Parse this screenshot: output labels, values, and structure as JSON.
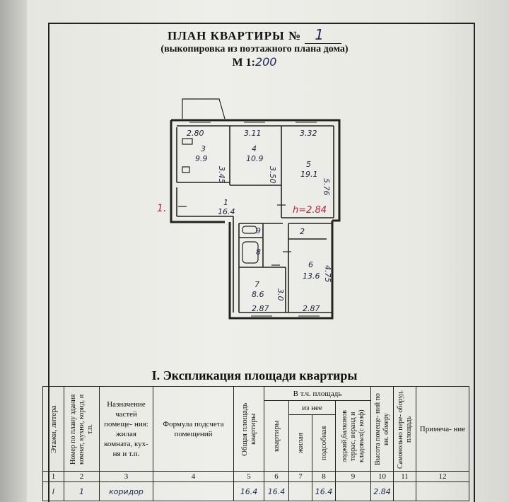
{
  "header": {
    "title": "ПЛАН КВАРТИРЫ №",
    "apt_no": "1",
    "subtitle": "(выкопировка из поэтажного плана дома)",
    "scale_label": "М 1:",
    "scale_value": "200"
  },
  "plan": {
    "rooms": [
      {
        "id": "3",
        "area": "9.9",
        "width": "2.80",
        "length": "3.45"
      },
      {
        "id": "4",
        "area": "10.9",
        "width": "3.11",
        "length": "3.50"
      },
      {
        "id": "5",
        "area": "19.1",
        "width": "3.32",
        "length": "5.76"
      },
      {
        "id": "1",
        "area": "16.4"
      },
      {
        "id": "9"
      },
      {
        "id": "8"
      },
      {
        "id": "2"
      },
      {
        "id": "7",
        "area": "8.6",
        "width": "2.87",
        "length": "3.0"
      },
      {
        "id": "6",
        "area": "13.6",
        "width": "2.87",
        "length": "4.75"
      }
    ],
    "height_note": "h=2.84",
    "margin_mark": "1."
  },
  "explication": {
    "title": "I. Экспликация площади квартиры",
    "headers": {
      "floor": "Этажи, литера",
      "number": "Номер по плану здания комнат, кухни, корид. и т.п.",
      "purpose": "Назначение частей помеще- ния: жилая комната, кух- ня и т.п.",
      "formula": "Формула подсчета помещений",
      "total": "Общая площадь квартиры",
      "incl": "В т.ч. площадь",
      "flat": "квартиры",
      "of_which": "из нее",
      "living": "жилая",
      "aux": "подсобная",
      "loggia": "лоджий,балконов террас, веранд и кладовых(с коэф)",
      "height": "Высота помеще- ний по вн. обмеру",
      "unauth": "Самовольно пере- оборуд. площадь",
      "note": "Примеча- ние"
    },
    "col_numbers": [
      "1",
      "2",
      "3",
      "4",
      "5",
      "6",
      "7",
      "8",
      "9",
      "10",
      "11",
      "12"
    ],
    "rows": [
      {
        "floor": "I",
        "number": "1",
        "purpose": "коридор",
        "formula": "",
        "total": "16.4",
        "flat": "16.4",
        "living": "",
        "aux": "16.4",
        "loggia": "",
        "height": "2.84",
        "unauth": "",
        "note": ""
      }
    ]
  }
}
